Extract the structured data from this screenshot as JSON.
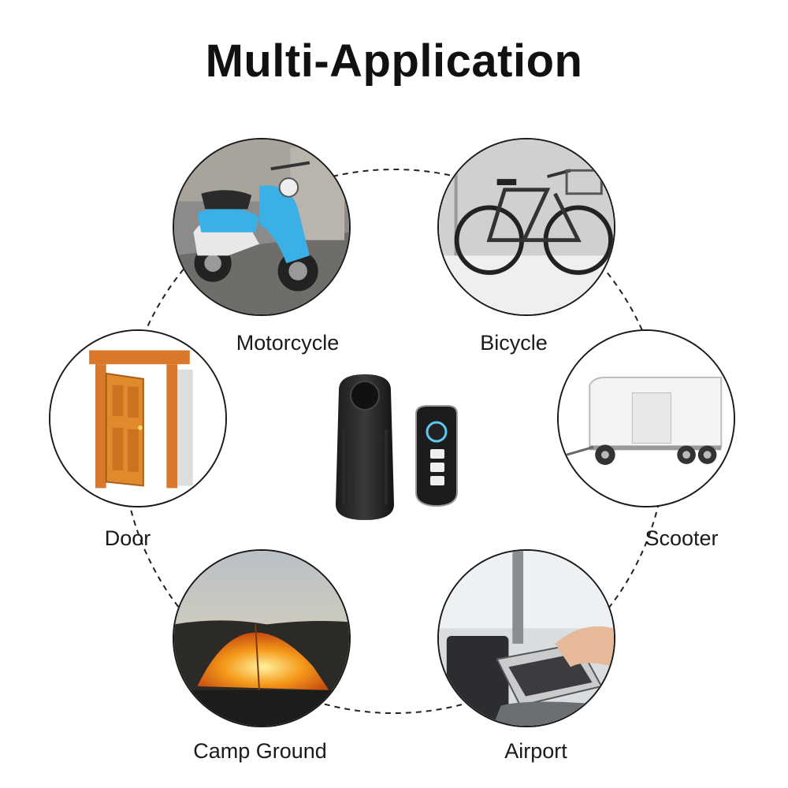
{
  "title": "Multi-Application",
  "applications": [
    {
      "label": "Motorcycle",
      "icon": "scooter-photo"
    },
    {
      "label": "Bicycle",
      "icon": "bicycle-photo"
    },
    {
      "label": "Door",
      "icon": "door-photo"
    },
    {
      "label": "Scooter",
      "icon": "trailer-photo"
    },
    {
      "label": "Camp Ground",
      "icon": "tent-photo"
    },
    {
      "label": "Airport",
      "icon": "airport-laptop-photo"
    }
  ],
  "product": {
    "icon": "alarm-and-remote"
  },
  "colors": {
    "ring": "#222222",
    "scooter_body": "#3ab0e6",
    "door": "#e08a2e",
    "tent": "#f59a1a"
  }
}
